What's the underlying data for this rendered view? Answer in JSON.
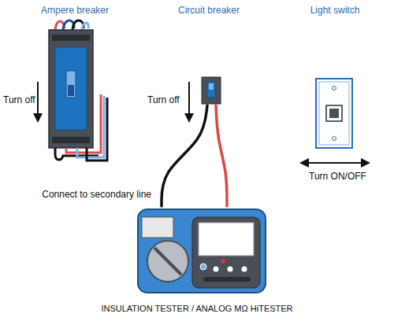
{
  "diagram": {
    "nodes": [
      {
        "text": [
          "Ampere breaker"
        ]
      },
      {
        "text": [
          "Circuit breaker"
        ]
      },
      {
        "text": [
          "Light switch"
        ]
      },
      {
        "text": [
          "INSULATION TESTER / ANALOG MΩ HiTESTER"
        ]
      }
    ],
    "edges": [
      {
        "from": 3,
        "to": 1,
        "arrow": "none"
      },
      {
        "from": 3,
        "to": 1,
        "arrow": "none"
      }
    ],
    "labels": [
      "Turn off",
      "Turn off",
      "Turn ON/OFF",
      "Connect to secondary line"
    ]
  }
}
